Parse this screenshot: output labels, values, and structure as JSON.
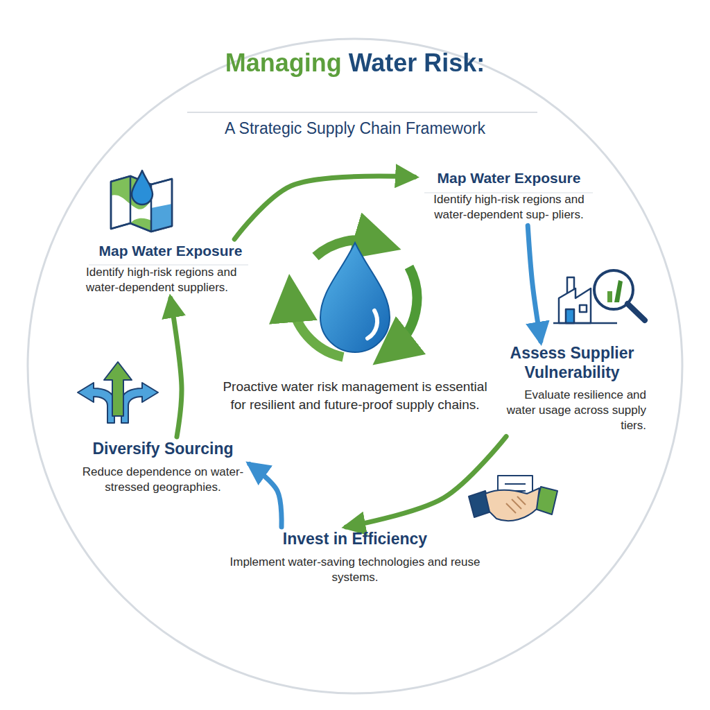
{
  "diagram": {
    "title": "Managing Water Risk:",
    "nodes": [
      {
        "text": [
          "Map Water Exposure",
          "Identify high-risk regions and water-dependent sup- pliers."
        ]
      },
      {
        "text": [
          "Assess Supplier Vulnerability",
          "Evaluate resilience and water usage across supply tiers."
        ]
      },
      {
        "text": [
          "Invest in Efficiency",
          "Implement water-saving technologies and reuse systems."
        ]
      },
      {
        "text": [
          "Diversify Sourcing",
          "Reduce dependence on water-stressed geographies."
        ]
      },
      {
        "text": [
          "Map Water Exposure",
          "Identify high-risk regions and water-dependent suppliers."
        ]
      }
    ],
    "edges": [
      {
        "from": 4,
        "to": 0,
        "arrow": "to"
      },
      {
        "from": 0,
        "to": 1,
        "arrow": "to"
      },
      {
        "from": 1,
        "to": 2,
        "arrow": "to"
      },
      {
        "from": 2,
        "to": 3,
        "arrow": "to"
      },
      {
        "from": 3,
        "to": 4,
        "arrow": "to"
      }
    ],
    "labels": [
      "A Strategic Supply Chain Framework",
      "Proactive water risk management is essential for resilient and future-proof supply chains."
    ]
  }
}
